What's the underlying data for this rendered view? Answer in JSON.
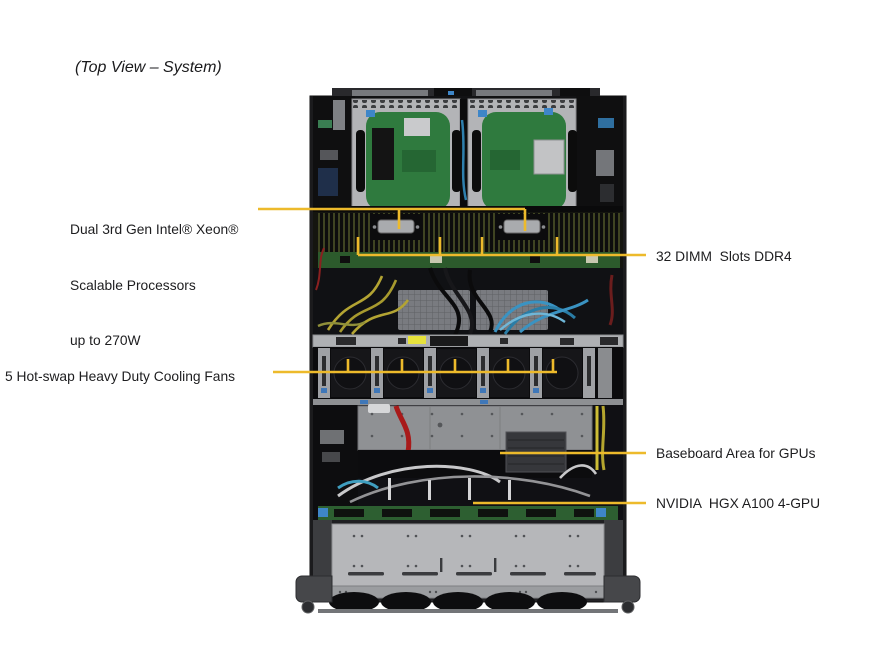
{
  "diagram": {
    "title": "(Top View – System)",
    "callout_color": "#EDBA2B",
    "text_color": "#1D1D1F",
    "labels": {
      "cpu_lines": [
        "Dual 3rd Gen Intel® Xeon®",
        "Scalable Processors",
        "up to 270W"
      ],
      "dimm": "32 DIMM  Slots DDR4",
      "fans": "5 Hot-swap Heavy Duty Cooling Fans",
      "baseboard": "Baseboard Area for GPUs",
      "gpu": "NVIDIA  HGX A100 4-GPU"
    }
  }
}
